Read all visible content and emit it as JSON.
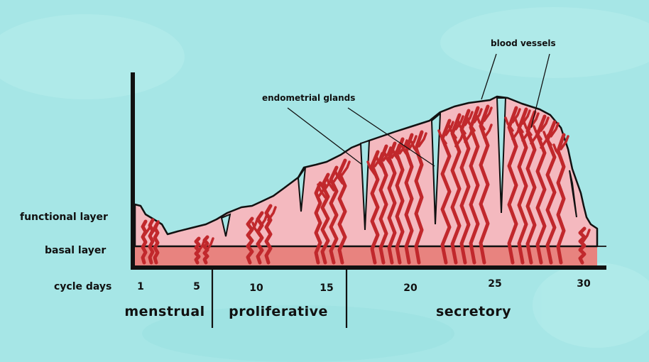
{
  "rows": {
    "functional": "functional layer",
    "basal": "basal layer",
    "days": "cycle days"
  },
  "days": [
    "1",
    "5",
    "10",
    "15",
    "20",
    "25",
    "30"
  ],
  "phases": [
    "menstrual",
    "proliferative",
    "secretory"
  ],
  "annotations": {
    "glands": "endometrial glands",
    "vessels": "blood vessels"
  },
  "colors": {
    "background": "#a6e6e6",
    "functional_layer": "#f4b9bf",
    "basal_layer": "#e8837f",
    "glands": "#c1282c",
    "outline": "#111111"
  }
}
